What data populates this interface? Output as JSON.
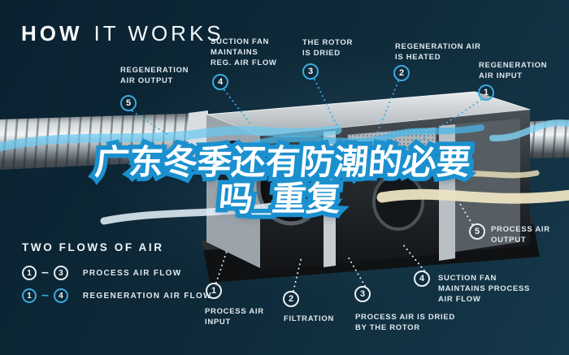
{
  "title": {
    "word_bold": "HOW",
    "word_light": "IT WORKS"
  },
  "overlay": {
    "line1": "广东冬季还有防潮的必要",
    "line2": "吗_重复"
  },
  "callouts": {
    "reg_output": {
      "num": "5",
      "text": "REGENERATION\nAIR OUTPUT"
    },
    "reg_suction": {
      "num": "4",
      "text": "SUCTION FAN\nMAINTAINS\nREG. AIR FLOW"
    },
    "rotor_dried": {
      "num": "3",
      "text": "THE ROTOR\nIS DRIED"
    },
    "reg_heated": {
      "num": "2",
      "text": "REGENERATION AIR\nIS HEATED"
    },
    "reg_input": {
      "num": "1",
      "text": "REGENERATION\nAIR INPUT"
    },
    "process_output": {
      "num": "5",
      "text": "PROCESS AIR\nOUTPUT"
    },
    "process_suction": {
      "num": "4",
      "text": "SUCTION FAN\nMAINTAINS PROCESS\nAIR FLOW"
    },
    "process_dried": {
      "num": "3",
      "text": "PROCESS AIR IS DRIED\nBY THE ROTOR"
    },
    "filtration": {
      "num": "2",
      "text": "FILTRATION"
    },
    "process_input": {
      "num": "1",
      "text": "PROCESS AIR\nINPUT"
    }
  },
  "legend": {
    "heading": "TWO FLOWS OF AIR",
    "separator": "–",
    "rows": [
      {
        "from": "1",
        "to": "3",
        "label": "PROCESS AIR FLOW"
      },
      {
        "from": "1",
        "to": "4",
        "label": "REGENERATION AIR FLOW"
      }
    ]
  },
  "colors": {
    "background": "#0e2938",
    "accent_cyan": "#3aabdf",
    "label_text": "#dfe9ee",
    "heater_orange": "#e2872f",
    "cream_ribbon": "#ece3c2",
    "headline_outline": "#1b90cf"
  }
}
